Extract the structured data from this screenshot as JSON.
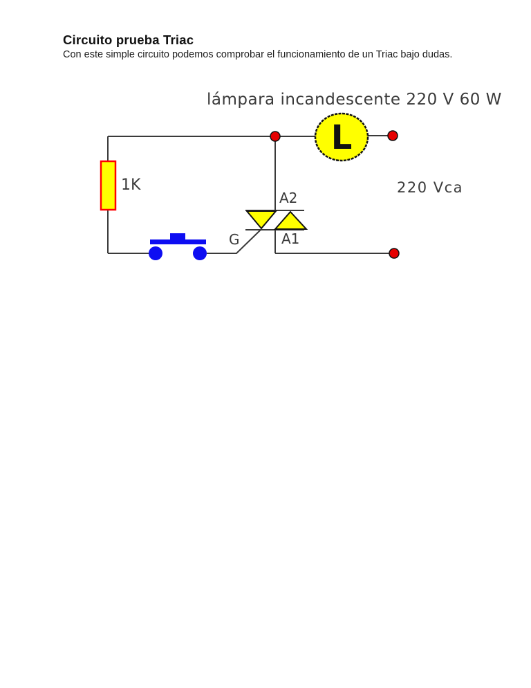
{
  "page": {
    "title": "Circuito prueba Triac",
    "subtitle": "Con este simple circuito podemos comprobar el funcionamiento de un Triac bajo dudas."
  },
  "diagram": {
    "description": "Triac test circuit schematic",
    "labels": {
      "lamp_caption": "lámpara incandescente 220 V 60 W",
      "lamp_symbol": "L",
      "resistor_value": "1K",
      "supply_voltage": "220 Vca",
      "triac_anode2": "A2",
      "triac_anode1": "A1",
      "triac_gate": "G"
    },
    "components": [
      {
        "type": "resistor",
        "value": "1K"
      },
      {
        "type": "push-button-switch",
        "color": "blue"
      },
      {
        "type": "triac",
        "terminals": [
          "A2",
          "A1",
          "G"
        ]
      },
      {
        "type": "incandescent-lamp",
        "symbol": "L",
        "rating": "220 V 60 W"
      },
      {
        "type": "ac-source",
        "value": "220 Vca"
      }
    ],
    "colors": {
      "wire": "#3a3a3a",
      "component_fill": "#ffff00",
      "component_stroke": "#111111",
      "resistor_border": "#ff0000",
      "terminal_dot": "#e60000",
      "switch_blue": "#0d0df2",
      "label_text": "#3a3a3a"
    }
  }
}
